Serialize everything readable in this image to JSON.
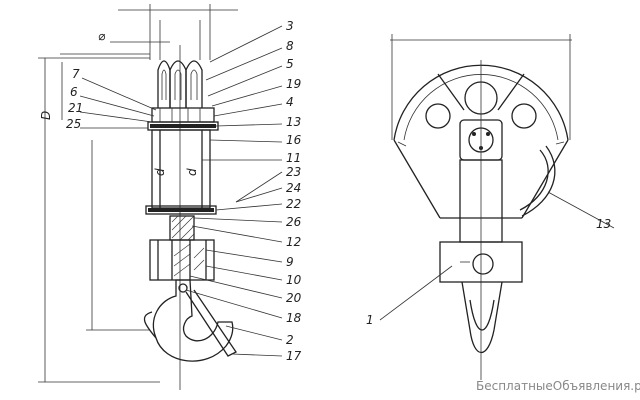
{
  "left_labels": [
    "3",
    "8",
    "5",
    "19",
    "4",
    "13",
    "16",
    "11",
    "23",
    "24",
    "22",
    "26",
    "12",
    "9",
    "10",
    "20",
    "18",
    "2",
    "17"
  ],
  "left_dims": [
    "⌀",
    "D",
    "d",
    "d"
  ],
  "right_labels": [
    "13",
    "1"
  ],
  "watermark": "БесплатныеОбъявления.рф"
}
